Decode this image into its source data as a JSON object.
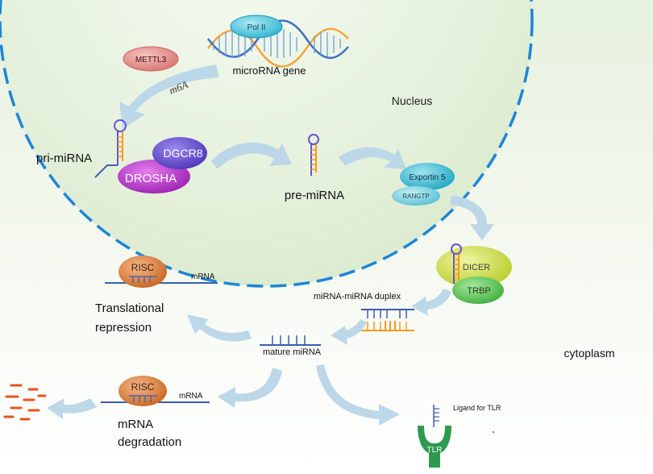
{
  "labels": {
    "pol2": "Pol II",
    "microrna_gene": "microRNA gene",
    "mettl3": "METTL3",
    "m6a": "m6A",
    "nucleus": "Nucleus",
    "pri_mirna": "pri-miRNA",
    "dgcr8": "DGCR8",
    "drosha": "DROSHA",
    "pre_mirna": "pre-miRNA",
    "exportin5": "Exportin 5",
    "rangtp": "RANGTP",
    "dicer": "DICER",
    "trbp": "TRBP",
    "duplex": "miRNA-miRNA duplex",
    "mature_mirna": "mature miRNA",
    "risc_top": "RISC",
    "mrna_top": "mRNA",
    "translational": "Translational",
    "repression": "repression",
    "cytoplasm": "cytoplasm",
    "risc_bottom": "RISC",
    "mrna_bottom": "mRNA",
    "mrna_deg_1": "mRNA",
    "mrna_deg_2": "degradation",
    "ligand_tlr": "Ligand for TLR",
    "tlr": "TLR"
  },
  "colors": {
    "nucleus_fill": "#e6f1dd",
    "nucleus_border": "#1b86d6",
    "arrow": "#b9d6e8",
    "risc": "#d9772e",
    "drosha": "#b23cc8",
    "dgcr8": "#6a4fd0",
    "exportin": "#2bb6d0",
    "dicer": "#c9dc3c",
    "trbp": "#5ec25a",
    "tlr": "#2e9a4e",
    "mettl3": "#e08a8a",
    "strand_orange": "#f39a1e",
    "strand_blue": "#3a5fb0"
  }
}
